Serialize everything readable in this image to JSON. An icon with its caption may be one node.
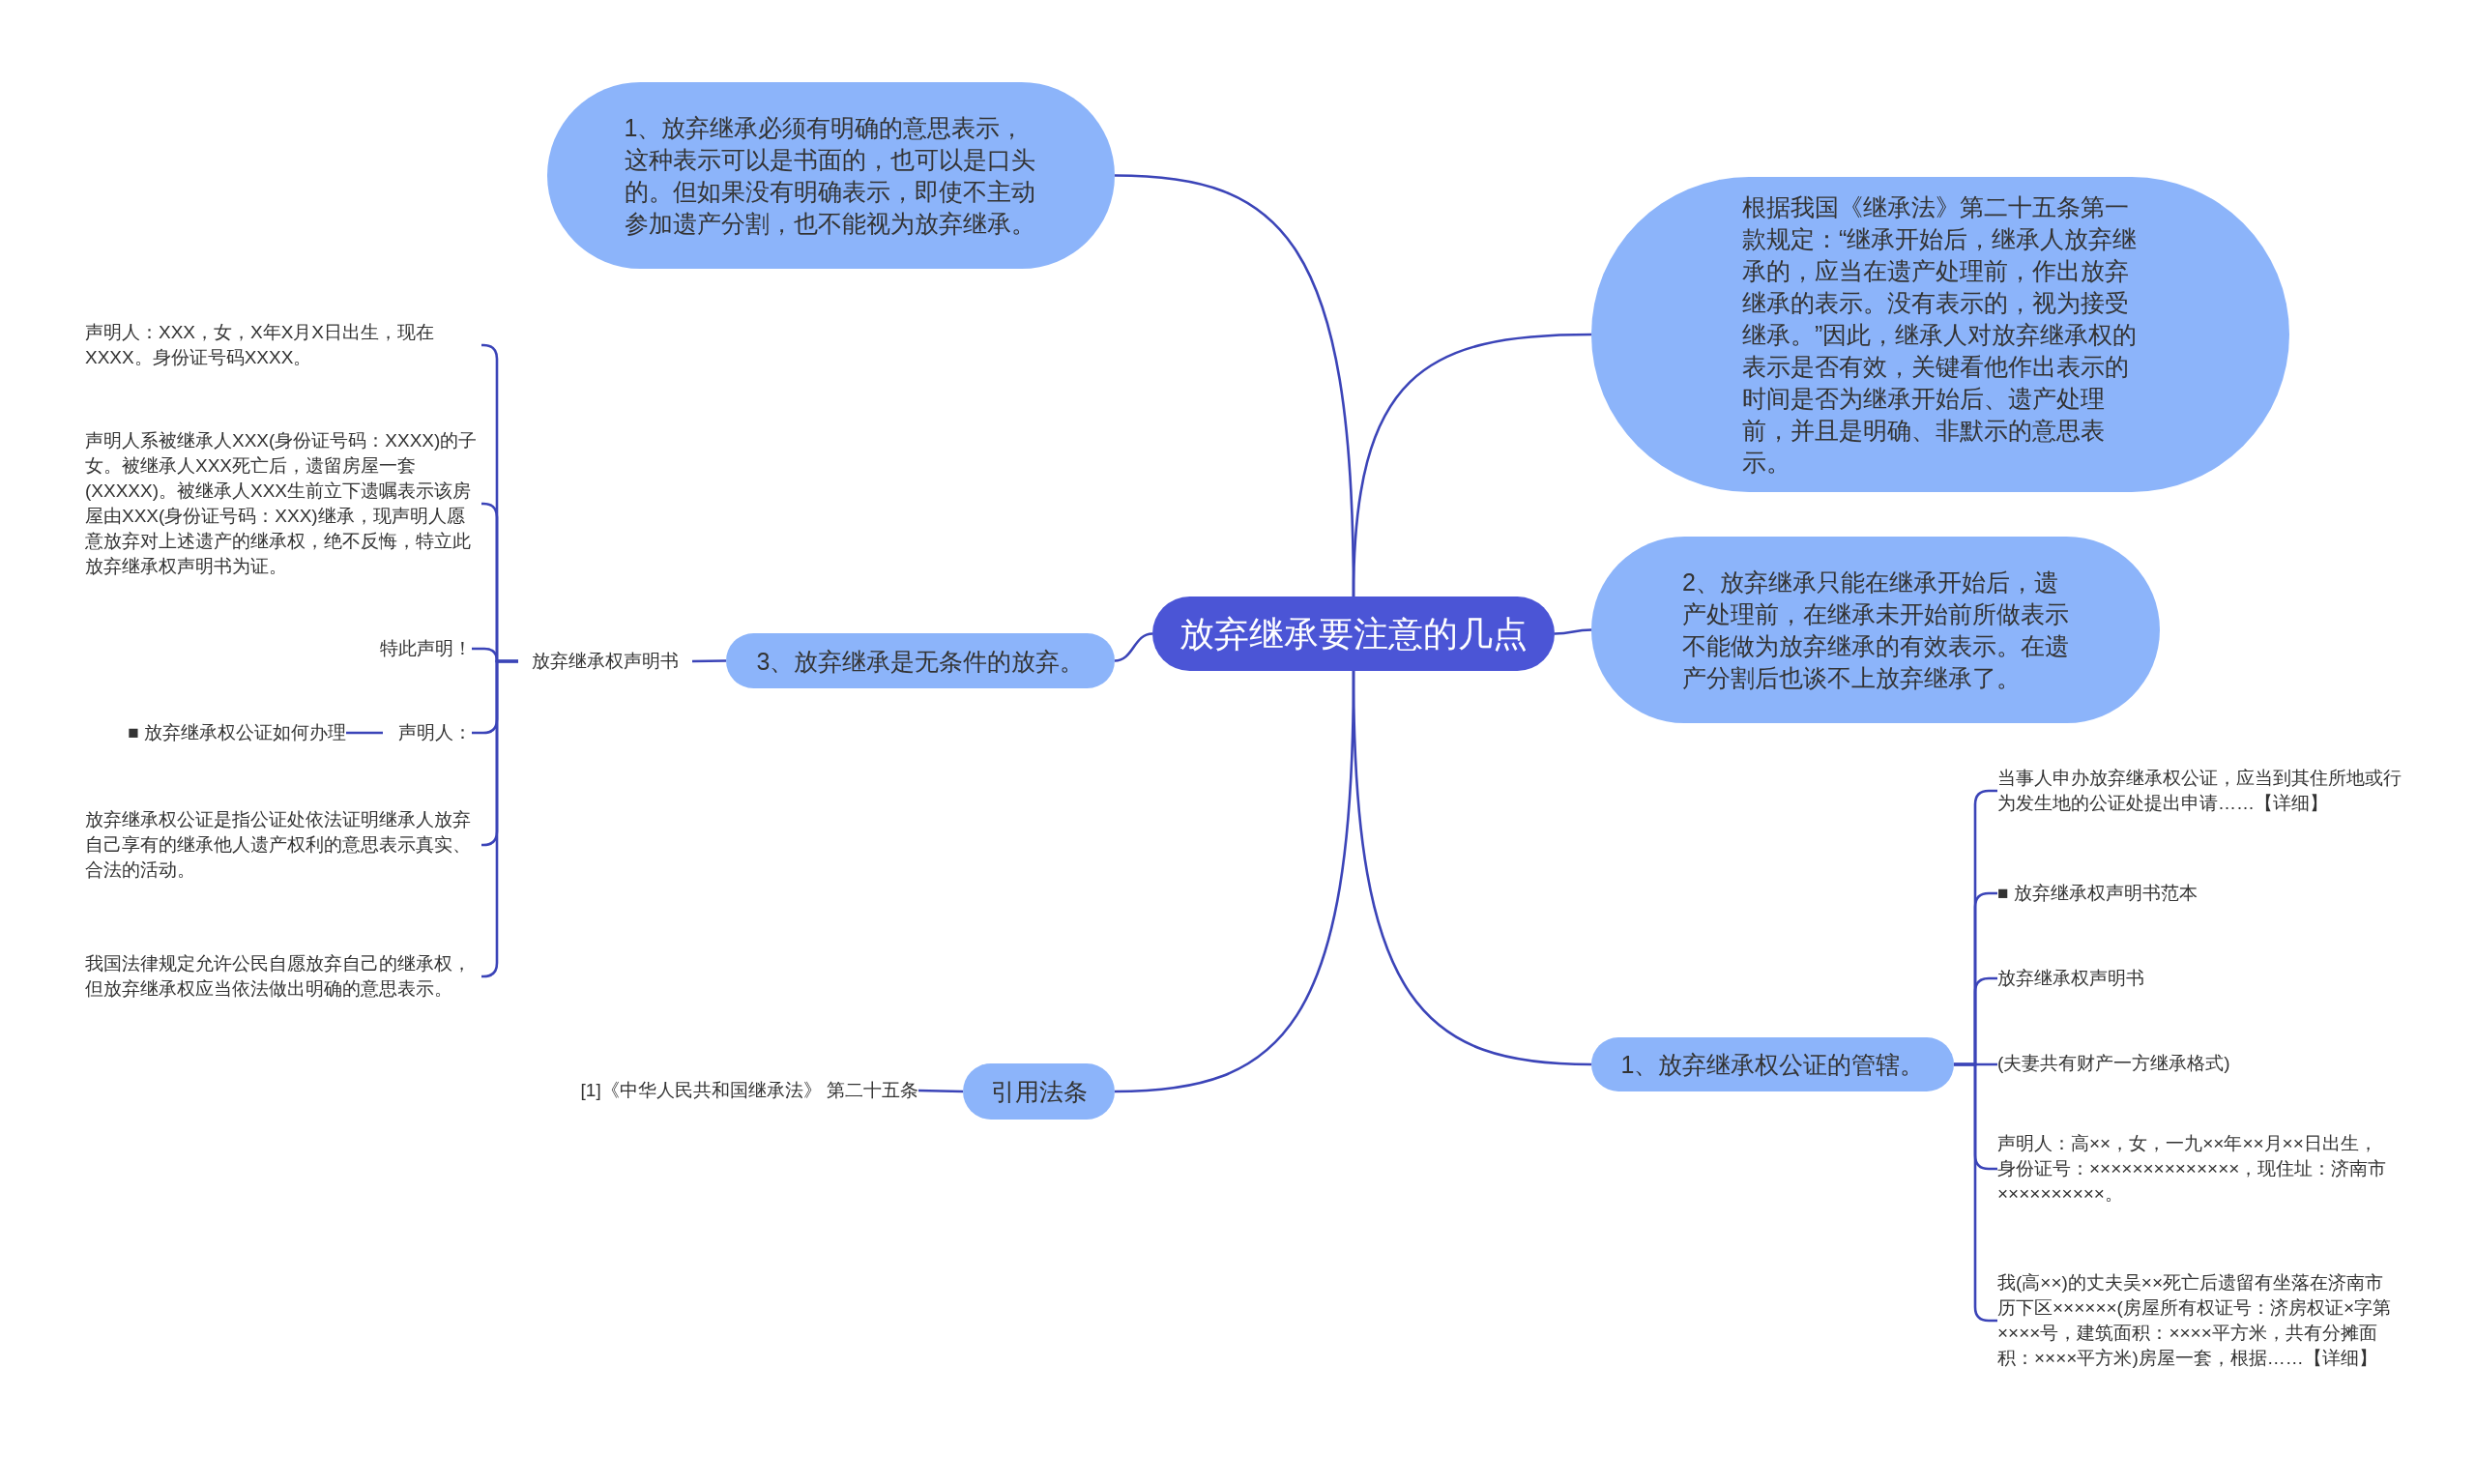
{
  "diagram": {
    "nodes": [
      {
        "text": [
          "放弃继承要注意的几点"
        ]
      },
      {
        "text": [
          "1、放弃继承必须有明确的意思表示，这种表示可以是书面的，也可以是口头的。但如果没有明确表示，即使不主动参加遗产分割，也不能视为放弃继承。"
        ]
      },
      {
        "text": [
          "根据我国《继承法》第二十五条第一款规定：“继承开始后，继承人放弃继承的，应当在遗产处理前，作出放弃继承的表示。没有表示的，视为接受继承。”因此，继承人对放弃继承权的表示是否有效，关键看他作出表示的时间是否为继承开始后、遗产处理前，并且是明确、非默示的意思表示。"
        ]
      },
      {
        "text": [
          "2、放弃继承只能在继承开始后，遗产处理前，在继承未开始前所做表示不能做为放弃继承的有效表示。在遗产分割后也谈不上放弃继承了。"
        ]
      },
      {
        "text": [
          "3、放弃继承是无条件的放弃。"
        ]
      },
      {
        "text": [
          "放弃继承权声明书"
        ]
      },
      {
        "text": [
          "声明人：XXX，女，X年X月X日出生，现在XXXX。身份证号码XXXX。"
        ]
      },
      {
        "text": [
          "声明人系被继承人XXX(身份证号码：XXXX)的子女。被继承人XXX死亡后，遗留房屋一套(XXXXX)。被继承人XXX生前立下遗嘱表示该房屋由XXX(身份证号码：XXX)继承，现声明人愿意放弃对上述遗产的继承权，绝不反悔，特立此放弃继承权声明书为证。"
        ]
      },
      {
        "text": [
          "特此声明！"
        ]
      },
      {
        "text": [
          "声明人："
        ]
      },
      {
        "text": [
          "■ 放弃继承权公证如何办理"
        ]
      },
      {
        "text": [
          "放弃继承权公证是指公证处依法证明继承人放弃自己享有的继承他人遗产权利的意思表示真实、合法的活动。"
        ]
      },
      {
        "text": [
          "我国法律规定允许公民自愿放弃自己的继承权，但放弃继承权应当依法做出明确的意思表示。"
        ]
      },
      {
        "text": [
          "引用法条"
        ]
      },
      {
        "text": [
          "[1]《中华人民共和国继承法》 第二十五条"
        ]
      },
      {
        "text": [
          "1、放弃继承权公证的管辖。"
        ]
      },
      {
        "text": [
          "当事人申办放弃继承权公证，应当到其住所地或行为发生地的公证处提出申请……【详细】"
        ]
      },
      {
        "text": [
          "■ 放弃继承权声明书范本"
        ]
      },
      {
        "text": [
          "放弃继承权声明书"
        ]
      },
      {
        "text": [
          "(夫妻共有财产一方继承格式)"
        ]
      },
      {
        "text": [
          "声明人：高××，女，一九××年××月××日出生，身份证号：××××××××××××××，现住址：济南市××××××××××。"
        ]
      },
      {
        "text": [
          "我(高××)的丈夫吴××死亡后遗留有坐落在济南市历下区××××××(房屋所有权证号：济房权证×字第××××号，建筑面积：××××平方米，共有分摊面积：××××平方米)房屋一套，根据……【详细】"
        ]
      }
    ],
    "edges": [
      {
        "from": 0,
        "to": 1,
        "arrow": "none"
      },
      {
        "from": 0,
        "to": 2,
        "arrow": "none"
      },
      {
        "from": 0,
        "to": 3,
        "arrow": "none"
      },
      {
        "from": 0,
        "to": 4,
        "arrow": "none"
      },
      {
        "from": 4,
        "to": 5,
        "arrow": "none"
      },
      {
        "from": 5,
        "to": 6,
        "arrow": "none"
      },
      {
        "from": 5,
        "to": 7,
        "arrow": "none"
      },
      {
        "from": 5,
        "to": 8,
        "arrow": "none"
      },
      {
        "from": 5,
        "to": 9,
        "arrow": "none"
      },
      {
        "from": 9,
        "to": 10,
        "arrow": "none"
      },
      {
        "from": 5,
        "to": 11,
        "arrow": "none"
      },
      {
        "from": 5,
        "to": 12,
        "arrow": "none"
      },
      {
        "from": 0,
        "to": 13,
        "arrow": "none"
      },
      {
        "from": 13,
        "to": 14,
        "arrow": "none"
      },
      {
        "from": 0,
        "to": 15,
        "arrow": "none"
      },
      {
        "from": 15,
        "to": 16,
        "arrow": "none"
      },
      {
        "from": 15,
        "to": 17,
        "arrow": "none"
      },
      {
        "from": 15,
        "to": 18,
        "arrow": "none"
      },
      {
        "from": 15,
        "to": 19,
        "arrow": "none"
      },
      {
        "from": 15,
        "to": 20,
        "arrow": "none"
      },
      {
        "from": 15,
        "to": 21,
        "arrow": "none"
      }
    ]
  }
}
